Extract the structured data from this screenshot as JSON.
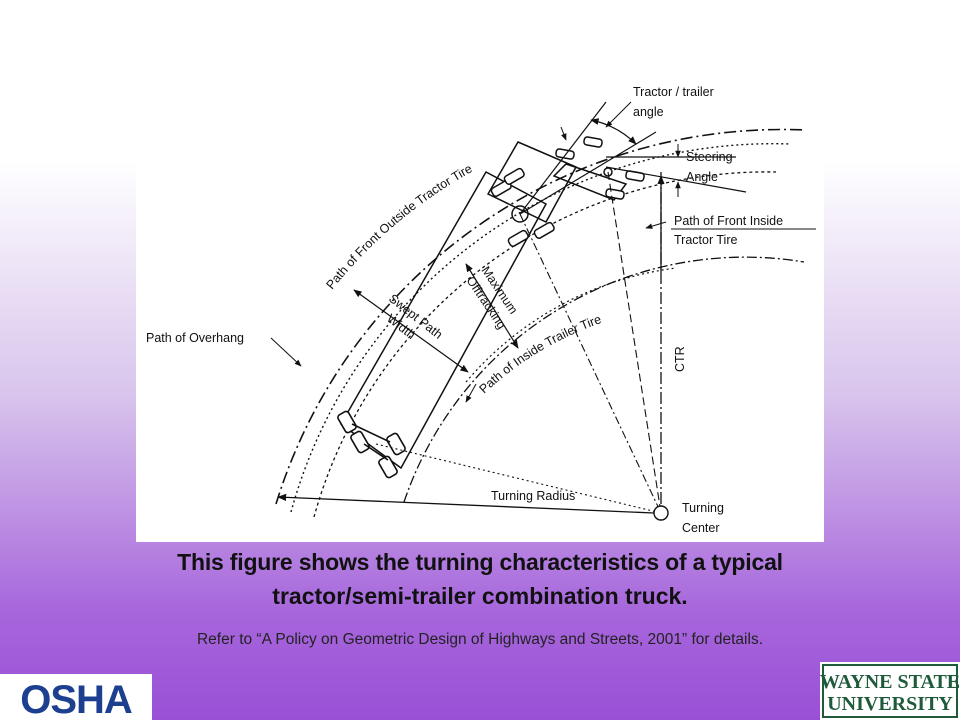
{
  "figure": {
    "labels": {
      "tractor_trailer_angle_1": "Tractor / trailer",
      "tractor_trailer_angle_2": "angle",
      "steering_1": "Steering",
      "steering_2": "Angle",
      "front_inside_1": "Path of Front Inside",
      "front_inside_2": "Tractor Tire",
      "front_outside": "Path of Front Outside Tractor Tire",
      "overhang": "Path of Overhang",
      "swept_1": "Swept Path",
      "swept_2": "Width",
      "offtrack_1": "Maximum",
      "offtrack_2": "Offtracking",
      "inside_trailer": "Path of Inside Trailer Tire",
      "ctr": "CTR",
      "turning_radius": "Turning Radius",
      "turning_center_1": "Turning",
      "turning_center_2": "Center"
    }
  },
  "caption": {
    "line1": "This figure shows the turning characteristics of a typical",
    "line2": "tractor/semi-trailer combination truck."
  },
  "reference": "Refer to “A Policy on Geometric Design of Highways and Streets, 2001” for details.",
  "logos": {
    "osha": "OSHA",
    "wsu_line1": "WAYNE STATE",
    "wsu_line2": "UNIVERSITY",
    "osha_blue": "#1c3f8f",
    "wsu_green": "#1f5b3a",
    "wsu_gold": "#c9a227"
  }
}
